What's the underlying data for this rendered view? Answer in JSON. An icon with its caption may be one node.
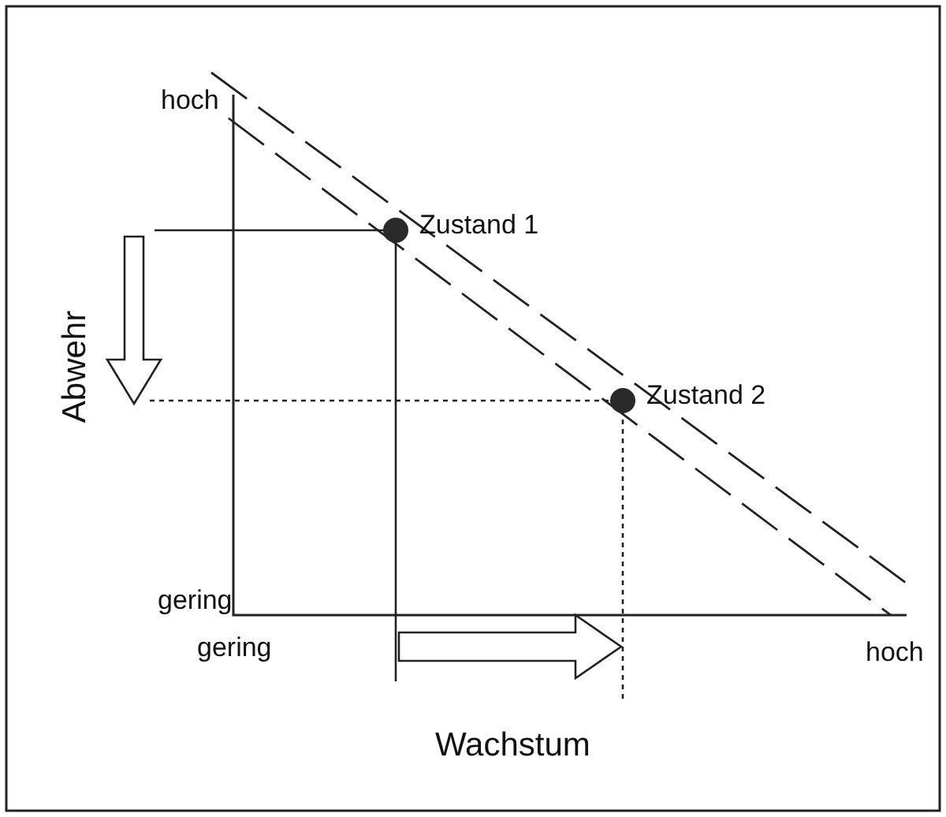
{
  "diagram": {
    "nodes": [
      {
        "text": [],
        "shape": "circle",
        "beside": [
          "Zustand 1"
        ]
      },
      {
        "text": [],
        "shape": "circle",
        "beside": [
          "Zustand 2"
        ]
      }
    ],
    "labels": [
      "hoch",
      "Abwehr",
      "gering",
      "gering",
      "hoch",
      "Wachstum"
    ]
  }
}
